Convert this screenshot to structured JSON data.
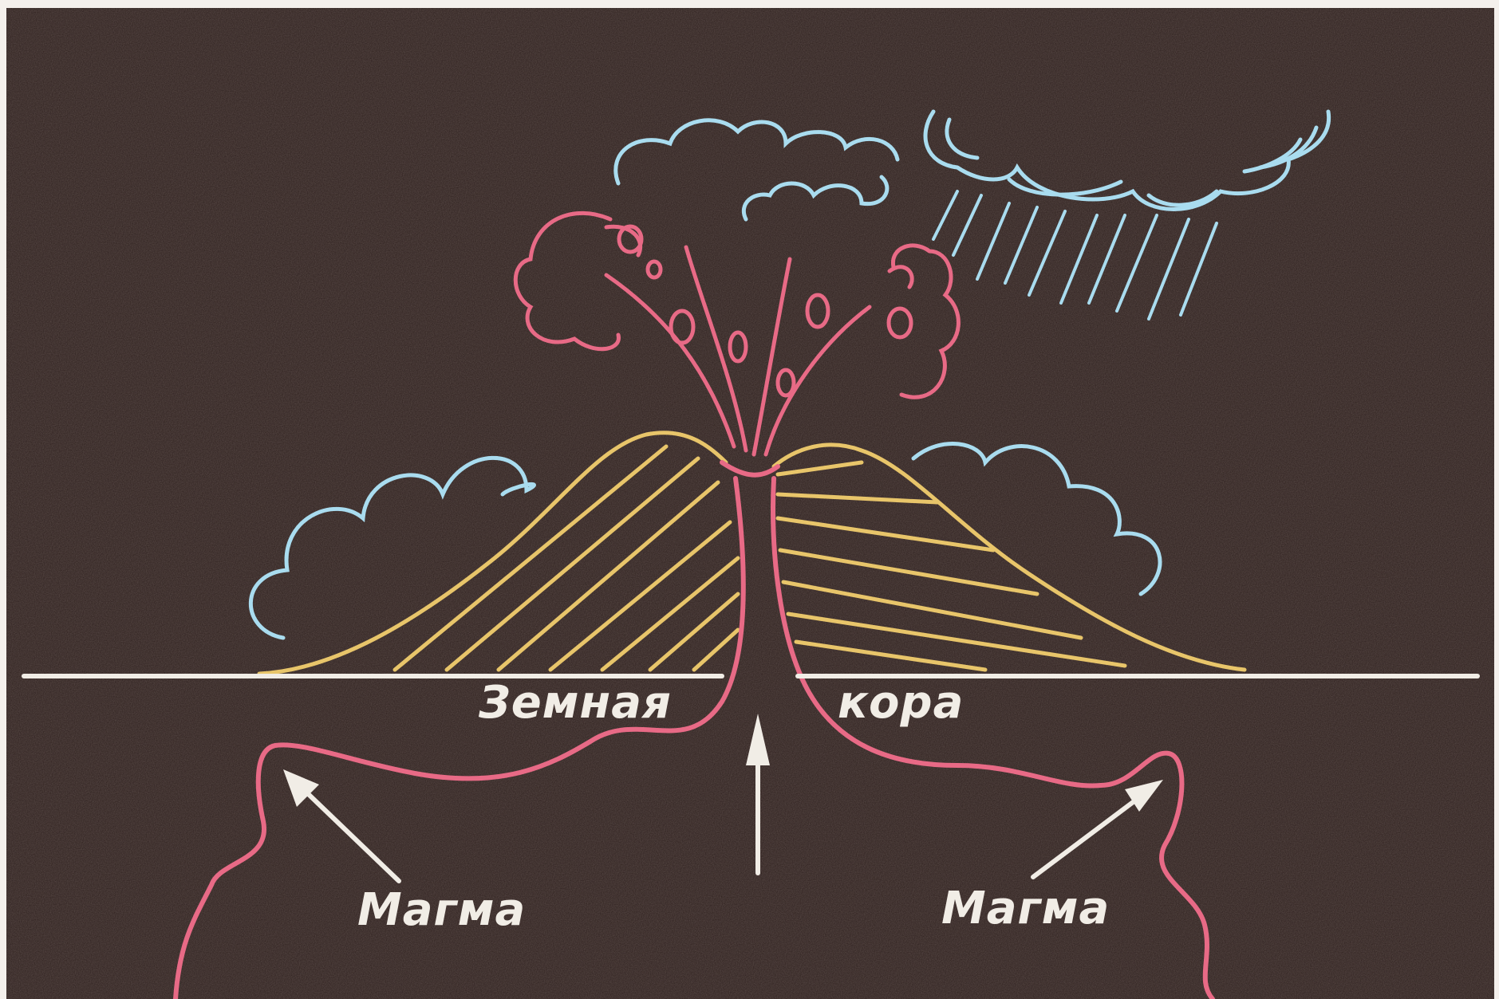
{
  "labels": {
    "crust_left": "Земная",
    "crust_right": "кора",
    "magma_left": "Магма",
    "magma_right": "Магма"
  },
  "colors": {
    "background": "#2c1e1c",
    "ground_line": "#f1ede6",
    "volcano_cone": "#e8c56a",
    "magma": "#e86a86",
    "clouds": "#a9dcef",
    "arrows": "#f1ede6"
  }
}
